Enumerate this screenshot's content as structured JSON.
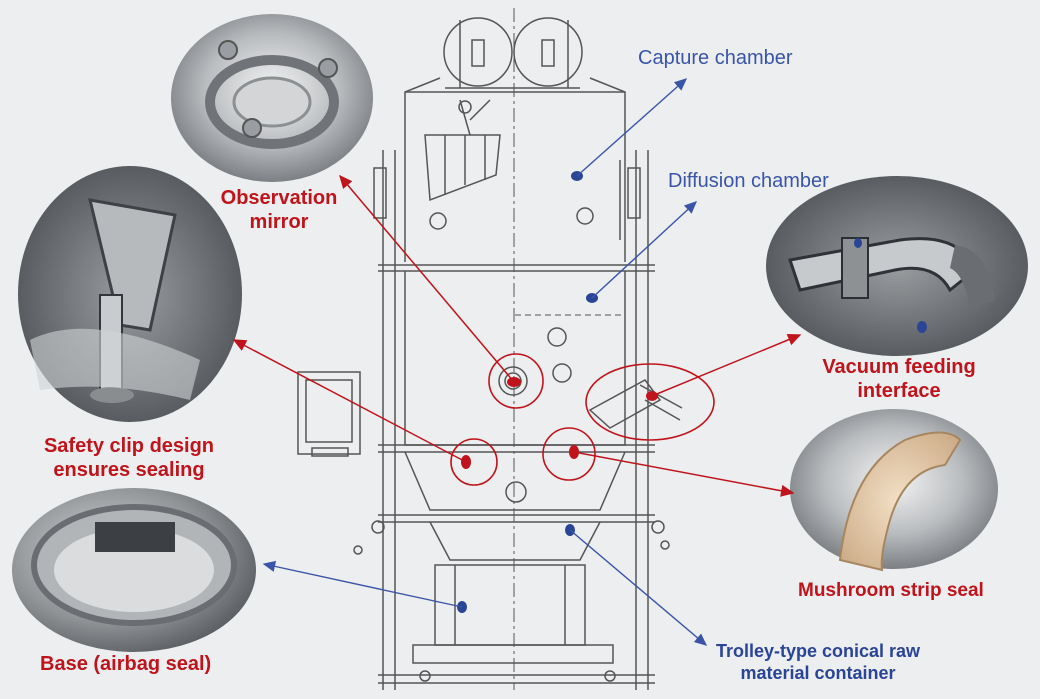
{
  "labels": {
    "capture_chamber": "Capture chamber",
    "diffusion_chamber": "Diffusion chamber",
    "observation_mirror_l1": "Observation",
    "observation_mirror_l2": "mirror",
    "vacuum_feeding_l1": "Vacuum feeding",
    "vacuum_feeding_l2": "interface",
    "safety_clip_l1": "Safety clip design",
    "safety_clip_l2": "ensures sealing",
    "mushroom_seal": "Mushroom strip seal",
    "base_seal": "Base (airbag seal)",
    "trolley_l1": "Trolley-type conical raw",
    "trolley_l2": "material container"
  },
  "colors": {
    "red_label": "#c0141c",
    "blue_label": "#3a55a8",
    "drawing_line": "#555555",
    "background": "#eceeef"
  }
}
